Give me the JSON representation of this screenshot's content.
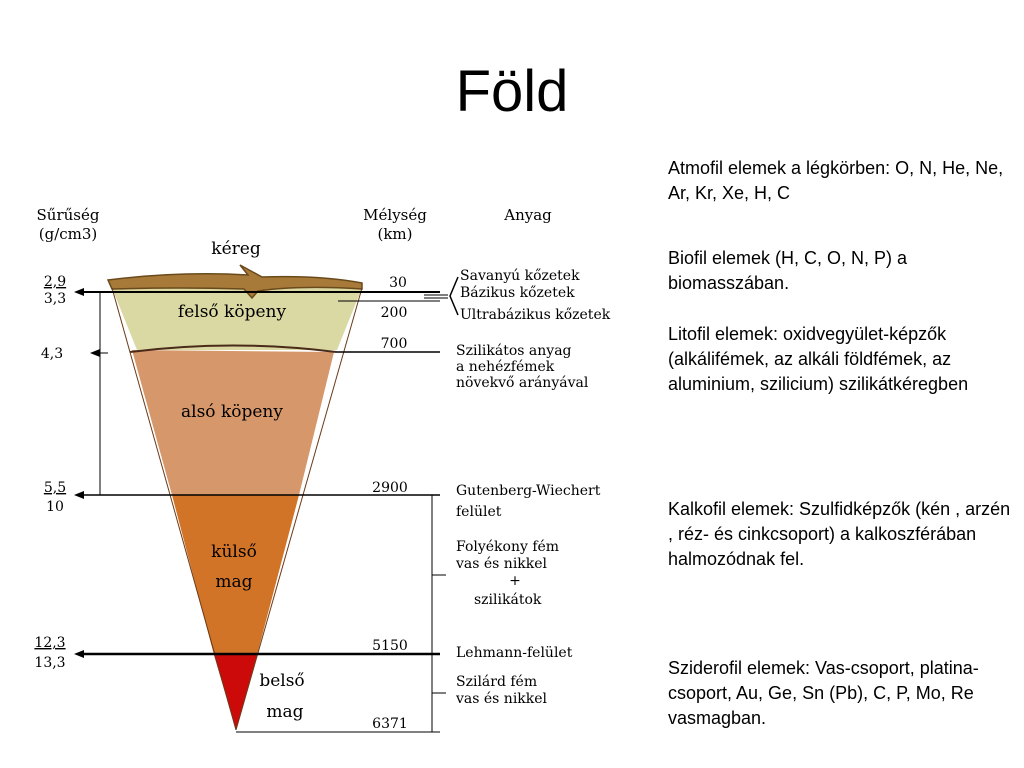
{
  "title": "Föld",
  "diagram": {
    "headers": {
      "density": [
        "Sűrűség",
        "(g/cm3)"
      ],
      "depth": [
        "Mélység",
        "(km)"
      ],
      "material": "Anyag"
    },
    "crust_label": "kéreg",
    "layers": [
      {
        "label": [
          "felső köpeny"
        ],
        "color": "#dad9a4"
      },
      {
        "label": [
          "alsó köpeny"
        ],
        "color": "#d6976b"
      },
      {
        "label": [
          "külső",
          "mag"
        ],
        "color": "#d27427"
      },
      {
        "label": [
          "belső",
          "mag"
        ],
        "color": "#cc0a0a"
      }
    ],
    "crust_color": "#a87a3a",
    "density_marks": [
      [
        "2,9",
        "3,3"
      ],
      [
        "4,3"
      ],
      [
        "5,5",
        "10"
      ],
      [
        "12,3",
        "13,3"
      ]
    ],
    "depths": [
      "30",
      "200",
      "700",
      "2900",
      "5150",
      "6371"
    ],
    "materials": [
      [
        "Savanyú kőzetek",
        "Bázikus kőzetek",
        "Ultrabázikus kőzetek"
      ],
      [
        "Szilikátos anyag",
        "a nehézfémek",
        "növekvő arányával"
      ],
      [
        "Gutenberg-Wiechert",
        "felület"
      ],
      [
        "Folyékony fém",
        "vas és nikkel",
        "+",
        "szilikátok"
      ],
      [
        "Lehmann-felület"
      ],
      [
        "Szilárd fém",
        "vas és nikkel"
      ]
    ]
  },
  "paragraphs": [
    "Atmofil elemek a légkörben: O, N, He, Ne, Ar, Kr, Xe, H, C",
    "Biofil elemek (H, C, O, N, P) a biomasszában.",
    "Litofil elemek: oxidvegyület-képzők (alkálifémek, az alkáli földfémek, az aluminium, szilicium) szilikátkéregben",
    "Kalkofil elemek: Szulfidképzők (kén , arzén , réz- és cinkcsoport) a kalkoszférában halmozódnak fel.",
    "Sziderofil elemek: Vas-csoport, platina-csoport, Au, Ge, Sn (Pb), C, P, Mo, Re vasmagban."
  ]
}
